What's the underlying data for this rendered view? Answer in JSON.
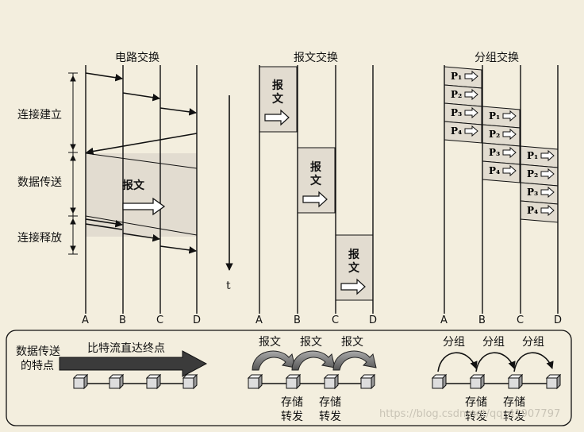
{
  "panels": {
    "circuit": {
      "title": "电路交换",
      "phases": [
        "连接建立",
        "数据传送",
        "连接释放"
      ],
      "message": "报文",
      "time": "t"
    },
    "message": {
      "title": "报文交换",
      "message": "报文"
    },
    "packet": {
      "title": "分组交换",
      "packets": [
        "P₁",
        "P₂",
        "P₃",
        "P₄"
      ]
    }
  },
  "nodes": [
    "A",
    "B",
    "C",
    "D"
  ],
  "legend": {
    "heading": [
      "数据传送",
      "的特点"
    ],
    "circuit_feature": "比特流直达终点",
    "message_label": "报文",
    "packet_label": "分组",
    "store_forward": [
      "存储",
      "转发"
    ]
  },
  "watermark": "https://blog.csdn.net/qq_41907797",
  "colors": {
    "background": "#f3eede",
    "shade": "#e2dcd0",
    "ink": "#111111"
  }
}
